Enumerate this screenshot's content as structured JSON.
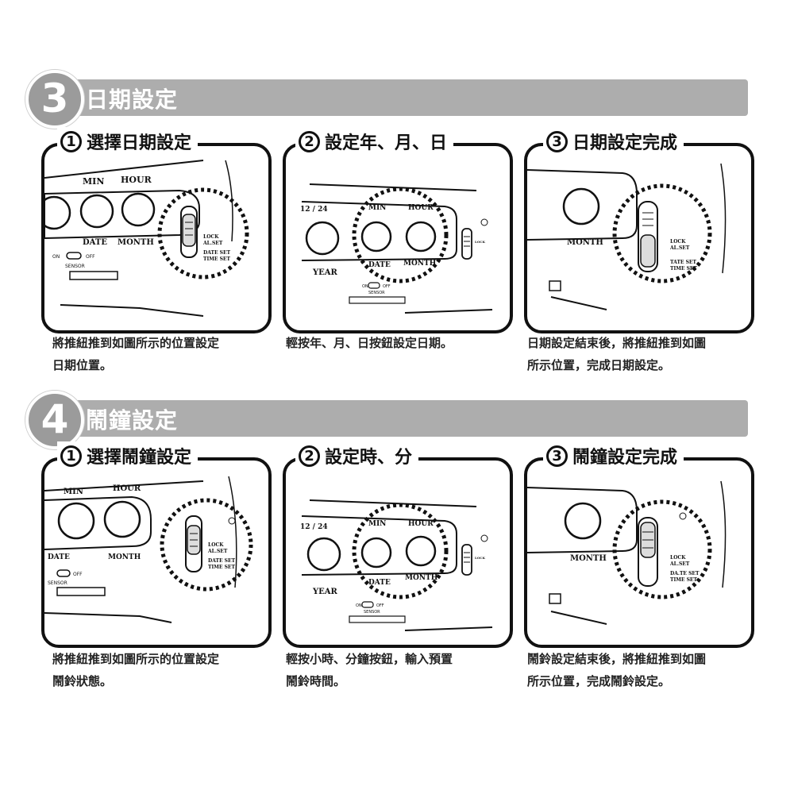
{
  "sections": [
    {
      "number": "3",
      "title": "日期設定",
      "steps": [
        {
          "num": "1",
          "label": "選擇日期設定",
          "desc_line1": "將推紐推到如圖所示的位置設定",
          "desc_line2": "日期位置。",
          "labels": {
            "min": "MIN",
            "hour": "HOUR",
            "date": "DATE",
            "month": "MONTH",
            "on": "ON",
            "off": "OFF",
            "sensor": "SENSOR",
            "lock": "LOCK",
            "alset": "AL.SET",
            "dateset": "DATE SET",
            "timeset": "TIME SET"
          }
        },
        {
          "num": "2",
          "label": "設定年、月、日",
          "desc_line1": "輕按年、月、日按鈕設定日期。",
          "desc_line2": "",
          "labels": {
            "mode": "12 / 24",
            "min": "MIN",
            "hour": "HOUR",
            "year": "YEAR",
            "date": "DATE",
            "month": "MONTH",
            "on": "ON",
            "off": "OFF",
            "sensor": "SENSOR",
            "lock": "LOCK"
          }
        },
        {
          "num": "3",
          "label": "日期設定完成",
          "desc_line1": "日期設定結束後，將推紐推到如圖",
          "desc_line2": "所示位置，完成日期設定。",
          "labels": {
            "month": "MONTH",
            "lock": "LOCK",
            "alset": "AL.SET",
            "dateset": "TATE SET",
            "timeset": "TIME SET"
          }
        }
      ]
    },
    {
      "number": "4",
      "title": "鬧鐘設定",
      "steps": [
        {
          "num": "1",
          "label": "選擇鬧鐘設定",
          "desc_line1": "將推紐推到如圖所示的位置設定",
          "desc_line2": "鬧鈴狀態。",
          "labels": {
            "min": "MIN",
            "hour": "HOUR",
            "date": "DATE",
            "month": "MONTH",
            "off": "OFF",
            "sensor": "SENSOR",
            "lock": "LOCK",
            "alset": "AL.SET",
            "dateset": "DATE SET",
            "timeset": "TIME SET"
          }
        },
        {
          "num": "2",
          "label": "設定時、分",
          "desc_line1": "輕按小時、分鐘按鈕，輸入預置",
          "desc_line2": "鬧鈴時間。",
          "labels": {
            "mode": "12 / 24",
            "min": "MIN",
            "hour": "HOUR",
            "year": "YEAR",
            "date": "DATE",
            "month": "MONTH",
            "on": "ON",
            "off": "OFF",
            "sensor": "SENSOR",
            "lock": "LOCK"
          }
        },
        {
          "num": "3",
          "label": "鬧鐘設定完成",
          "desc_line1": "鬧鈴設定結束後，將推紐推到如圖",
          "desc_line2": "所示位置，完成鬧鈴設定。",
          "labels": {
            "month": "MONTH",
            "lock": "LOCK",
            "alset": "AL.SET",
            "dateset": "DA.TE SET",
            "timeset": "TIME SET"
          }
        }
      ]
    }
  ]
}
